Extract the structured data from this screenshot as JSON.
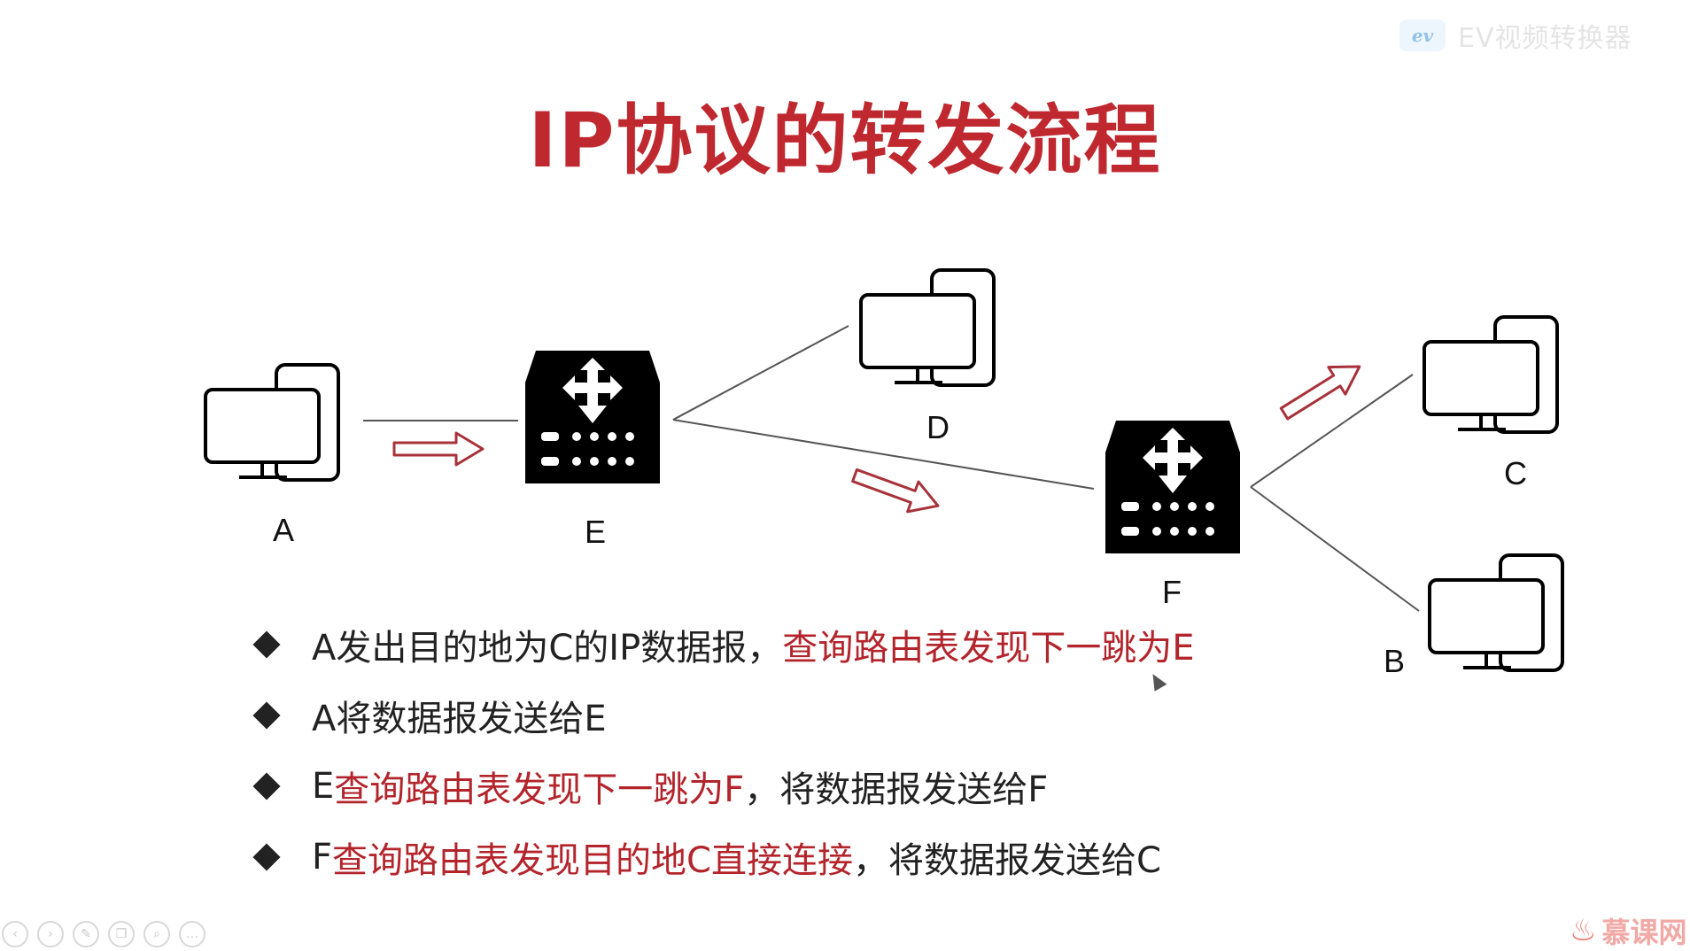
{
  "watermark": {
    "logo_text": "ev",
    "text": "EV视频转换器"
  },
  "title": "IP协议的转发流程",
  "diagram": {
    "nodes": [
      {
        "id": "A",
        "type": "computer",
        "label": "A"
      },
      {
        "id": "E",
        "type": "router",
        "label": "E"
      },
      {
        "id": "D",
        "type": "computer",
        "label": "D"
      },
      {
        "id": "F",
        "type": "router",
        "label": "F"
      },
      {
        "id": "C",
        "type": "computer",
        "label": "C"
      },
      {
        "id": "B",
        "type": "computer",
        "label": "B"
      }
    ],
    "edges": [
      [
        "A",
        "E"
      ],
      [
        "E",
        "D"
      ],
      [
        "E",
        "F"
      ],
      [
        "F",
        "C"
      ],
      [
        "F",
        "B"
      ]
    ],
    "flow_arrows": [
      [
        "A",
        "E"
      ],
      [
        "E",
        "F"
      ],
      [
        "F",
        "C"
      ]
    ],
    "colors": {
      "arrow": "#a8323a",
      "line": "#555555",
      "device": "#000000"
    }
  },
  "bullets": [
    {
      "black": "A发出目的地为C的IP数据报，",
      "red": "查询路由表发现下一跳为E",
      "tail": ""
    },
    {
      "black": "A将数据报发送给E",
      "red": "",
      "tail": ""
    },
    {
      "black": "E",
      "red": "查询路由表发现下一跳为F",
      "tail": "，将数据报发送给F"
    },
    {
      "black": "F",
      "red": "查询路由表发现目的地C直接连接",
      "tail": "，将数据报发送给C"
    }
  ],
  "brand": {
    "text": "慕课网",
    "icon": "flame-icon"
  },
  "toolbar": [
    "prev-icon",
    "play-icon",
    "pen-icon",
    "copy-icon",
    "zoom-icon",
    "more-icon"
  ],
  "colors": {
    "title": "#c0282f",
    "highlight": "#b3242b"
  }
}
